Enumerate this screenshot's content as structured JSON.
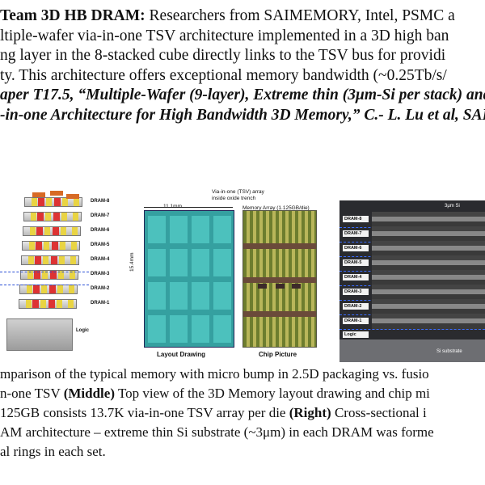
{
  "paragraph": {
    "lines": [
      [
        {
          "t": "Team 3D HB DRAM:",
          "s": "bold"
        },
        {
          "t": " Researchers from SAIMEMORY, Intel, PSMC a",
          "s": ""
        }
      ],
      [
        {
          "t": "ltiple-wafer via-in-one TSV architecture implemented in a 3D high ban",
          "s": ""
        }
      ],
      [
        {
          "t": "ng layer in the 8-stacked cube directly links to the TSV bus for providi",
          "s": ""
        }
      ],
      [
        {
          "t": "ty. This architecture offers exceptional memory bandwidth (~0.25Tb/s/",
          "s": ""
        }
      ],
      [
        {
          "t": "aper T17.5, “Multiple-Wafer (9-layer), Extreme thin (3μm-Si per stack) and",
          "s": "bi"
        }
      ],
      [
        {
          "t": "-in-one Architecture for High Bandwidth 3D Memory,” C.- L. Lu et al, SAI",
          "s": "bi"
        }
      ]
    ]
  },
  "figure": {
    "left": {
      "dram_labels": [
        "DRAM-8",
        "DRAM-7",
        "DRAM-6",
        "DRAM-5",
        "DRAM-4",
        "DRAM-3",
        "DRAM-2",
        "DRAM-1"
      ],
      "logic_label": "Logic"
    },
    "middle": {
      "width_label": "11.1mm",
      "height_label": "15.4mm",
      "tsv_callout": "Via-in-one (TSV) array inside oxide trench",
      "tsv_callout_l1": "Via-in-one (TSV) array",
      "tsv_callout_l2": "inside oxide trench",
      "memory_label": "Memory Array (1.125GB/die)",
      "layout_caption": "Layout Drawing",
      "chip_caption": "Chip Picture"
    },
    "right": {
      "dram_labels": [
        "DRAM-8",
        "DRAM-7",
        "DRAM-6",
        "DRAM-5",
        "DRAM-4",
        "DRAM-3",
        "DRAM-2",
        "DRAM-1"
      ],
      "logic_label": "Logic",
      "substrate_label": "Si substrate",
      "si_tag": "3μm Si"
    }
  },
  "caption": {
    "lines": [
      [
        {
          "t": "mparison of the typical memory with micro bump in 2.5D packaging vs. fusio",
          "s": ""
        }
      ],
      [
        {
          "t": "n-one TSV ",
          "s": ""
        },
        {
          "t": "(Middle)",
          "s": "bold"
        },
        {
          "t": " Top view of the 3D Memory layout drawing and chip mi",
          "s": ""
        }
      ],
      [
        {
          "t": "125GB consists 13.7K via-in-one TSV array per die ",
          "s": ""
        },
        {
          "t": "(Right)",
          "s": "bold"
        },
        {
          "t": " Cross-sectional i",
          "s": ""
        }
      ],
      [
        {
          "t": "AM architecture – extreme thin Si substrate (~3μm) in each DRAM was forme",
          "s": ""
        }
      ],
      [
        {
          "t": "al rings in each set.",
          "s": ""
        }
      ]
    ]
  },
  "colors": {
    "tsv_teal": "#35a0a0",
    "dram_yellow": "#e9d443",
    "dram_red": "#d33333",
    "chip_orange": "#d76a25",
    "dash_blue": "#2a4fd6"
  }
}
